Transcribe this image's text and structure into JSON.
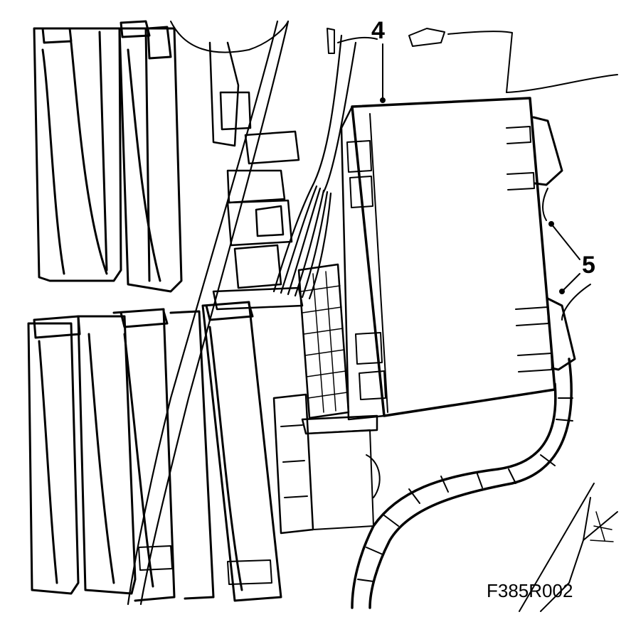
{
  "callouts": {
    "four": "4",
    "five": "5"
  },
  "figure_code": "F385R002",
  "colors": {
    "line": "#000000",
    "background": "#ffffff"
  }
}
